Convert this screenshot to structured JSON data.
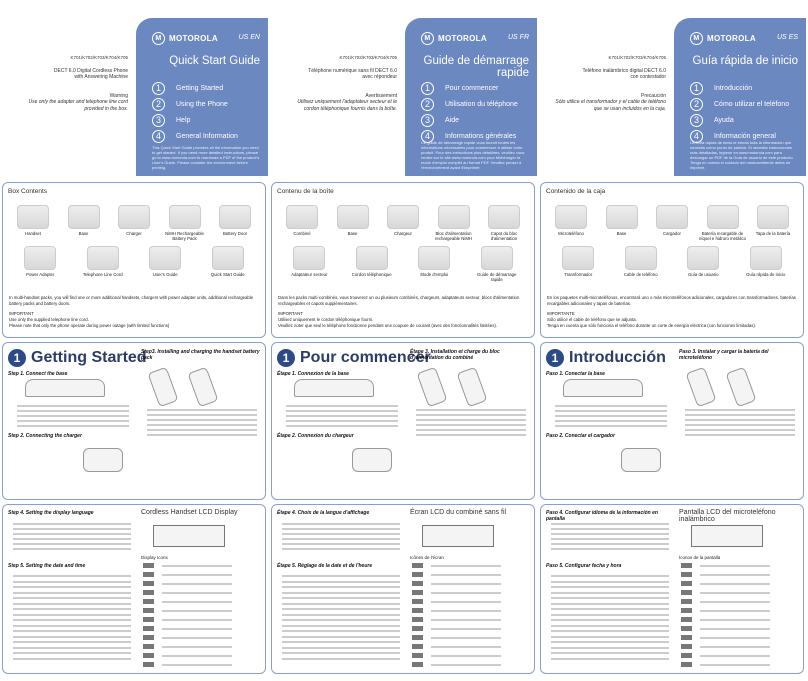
{
  "covers": [
    {
      "lang": "US EN",
      "title": "Quick Start Guide",
      "models": "K701/K702/K703/K704/K705",
      "small": "DECT 6.0 Digital Cordless Phone\nwith Answering Machine",
      "warn": "Warning",
      "warn_text": "Use only the adapter and telephone line cord\nprovided in the box.",
      "menu": [
        "Getting Started",
        "Using the Phone",
        "Help",
        "General Information"
      ],
      "note": "This Quick Start Guide provides all the information you need to get started. If you need more detailed instructions, please go to www.motorola.com to download a PDF of the product's User's Guide. Please consider the environment before printing."
    },
    {
      "lang": "US FR",
      "title": "Guide de démarrage rapide",
      "models": "K701/K702/K703/K704/K705",
      "small": "Téléphone numérique sans fil DECT 6.0\navec répondeur",
      "warn": "Avertissement",
      "warn_text": "Utilisez uniquement l'adaptateur secteur et le\ncordon téléphonique fournis dans la boîte.",
      "menu": [
        "Pour commencer",
        "Utilisation du téléphone",
        "Aide",
        "Informations générales"
      ],
      "note": "Ce guide de démarrage rapide vous fournit toutes les informations nécessaires pour commencer à utiliser votre produit. Pour des instructions plus détaillées, veuillez vous rendre sur le site www.motorola.com pour télécharger la mode d'emploi complet au format PDF. Veuillez penser à l'environnement avant d'imprimer."
    },
    {
      "lang": "US ES",
      "title": "Guía rápida de inicio",
      "models": "K701/K702/K703/K704/K705",
      "small": "Teléfono inalámbrico digital DECT 6.0\ncon contestador",
      "warn": "Precaución",
      "warn_text": "Sólo utilice el transformador y el cable de teléfono\nque se usan incluidos en la caja.",
      "menu": [
        "Introducción",
        "Cómo utilizar el teléfono",
        "Ayuda",
        "Información general"
      ],
      "note": "La Guía rápida de inicio le brinda toda la información que necesita como punto de partida. Si necesita instrucciones más detalladas, ingrese en www.motorola.com para descargar un PDF de la Guía de usuario de este producto. Tenga en cuenta el cuidado del medioambiente antes de imprimir."
    }
  ],
  "brand": "MOTOROLA",
  "boxes": [
    {
      "title": "Box Contents",
      "items": [
        "Handset",
        "Base",
        "Charger",
        "NiMH Rechargeable Battery Pack",
        "Battery Door",
        "Power Adapter",
        "Telephone Line Cord",
        "User's Guide",
        "Quick Start Guide"
      ],
      "text": "In multi-handset packs, you will find one or more additional handsets, chargers with power adapter units, additional rechargeable battery packs and battery doors.",
      "important": "IMPORTANT",
      "imp_text": "Use only the supplied telephone line cord.\nPlease note that only the phone operate during power outage (with limited functions)"
    },
    {
      "title": "Contenu de la boîte",
      "items": [
        "Combiné",
        "Base",
        "Chargeur",
        "Bloc d'alimentation rechargeable NiMH",
        "Capot du bloc d'alimentation",
        "Adaptateur secteur",
        "Cordon téléphonique",
        "Mode d'emploi",
        "Guide de démarrage rapide"
      ],
      "text": "Dans les packs multi-combinés, vous trouverez un ou plusieurs combinés, chargeurs, adaptateurs secteur, blocs d'alimentation rechargeables et capots supplémentaires.",
      "important": "IMPORTANT",
      "imp_text": "Utilisez uniquement le cordon téléphonique fourni.\nVeuillez noter que seul le téléphone fonctionne pendant une coupure de courant (avec des fonctionnalités limitées)."
    },
    {
      "title": "Contenido de la caja",
      "items": [
        "Microteléfono",
        "Base",
        "Cargador",
        "Batería recargable de níquel e hidruro metálico",
        "Tapa de la batería",
        "Transformador",
        "Cable de teléfono",
        "Guía de usuario",
        "Guía rápida de inicio"
      ],
      "text": "En los paquetes multi-microteléfonos, encontrará uno o más microteléfonos adicionales, cargadores con transformadores, baterías recargables adicionales y tapas de baterías.",
      "important": "IMPORTANTE",
      "imp_text": "Sólo utilice el cable de teléfono que se adjunta.\nTenga en cuenta que sólo funciona el teléfono durante un corte de energía eléctrica (con funciones limitadas)."
    }
  ],
  "start": [
    {
      "num": "1",
      "title": "Getting Started",
      "s1": "Step 1. Connect the base",
      "s2": "Step 2. Connecting the charger",
      "s3": "Step3. Installing and charging the handset battery pack"
    },
    {
      "num": "1",
      "title": "Pour commencer",
      "s1": "Étape 1. Connexion de la base",
      "s2": "Étape 2. Connexion du chargeur",
      "s3": "Étape 3. Installation et charge du bloc d'alimentation du combiné"
    },
    {
      "num": "1",
      "title": "Introducción",
      "s1": "Paso 1. Conectar la base",
      "s2": "Paso 2. Conectar el cargador",
      "s3": "Paso 3. Instalar y cargar la batería del microteléfono"
    }
  ],
  "lcd": [
    {
      "s4": "Step 4. Setting the display language",
      "s5": "Step 5. Setting the date and time",
      "lcd_title": "Cordless Handset LCD Display",
      "icons": "Display Icons"
    },
    {
      "s4": "Étape 4. Choix de la langue d'affichage",
      "s5": "Étape 5. Réglage de la date et de l'heure",
      "lcd_title": "Écran LCD du combiné sans fil",
      "icons": "Icônes de l'écran"
    },
    {
      "s4": "Paso 4. Configurar idioma de la información en pantalla",
      "s5": "Paso 5. Configurar fecha y hora",
      "lcd_title": "Pantalla LCD del microteléfono inalámbrico",
      "icons": "Íconos de la pantalla"
    }
  ],
  "colors": {
    "accent": "#6f8ec4",
    "dark": "#2b4a86"
  }
}
